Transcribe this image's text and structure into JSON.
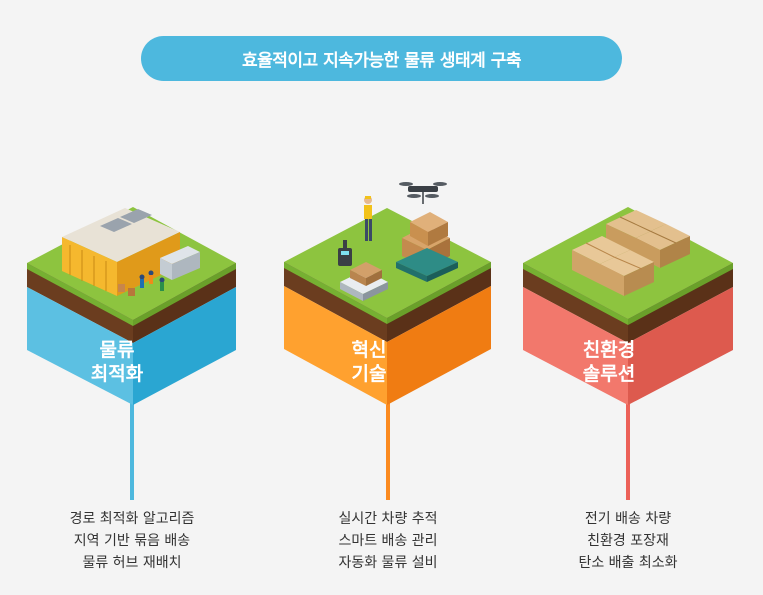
{
  "title": "효율적이고 지속가능한 물류 생태계 구축",
  "colors": {
    "title_bg": "#4db8de",
    "blue": "#4db8de",
    "orange": "#fb8a1f",
    "red": "#ec6158",
    "grass": "#8dc43f",
    "soil": "#6b3d1f"
  },
  "cards": [
    {
      "label_lines": [
        "물류",
        "최적화"
      ],
      "desc_lines": [
        "경로 최적화 알고리즘",
        "지역 기반 묶음 배송",
        "물류 허브 재배치"
      ],
      "illustration": "warehouse-icon"
    },
    {
      "label_lines": [
        "혁신",
        "기술"
      ],
      "desc_lines": [
        "실시간 차량 추적",
        "스마트 배송 관리",
        "자동화 물류 설비"
      ],
      "illustration": "drone-robot-icon"
    },
    {
      "label_lines": [
        "친환경",
        "솔루션"
      ],
      "desc_lines": [
        "전기 배송 차량",
        "친환경 포장재",
        "탄소 배출 최소화"
      ],
      "illustration": "boxes-icon"
    }
  ]
}
